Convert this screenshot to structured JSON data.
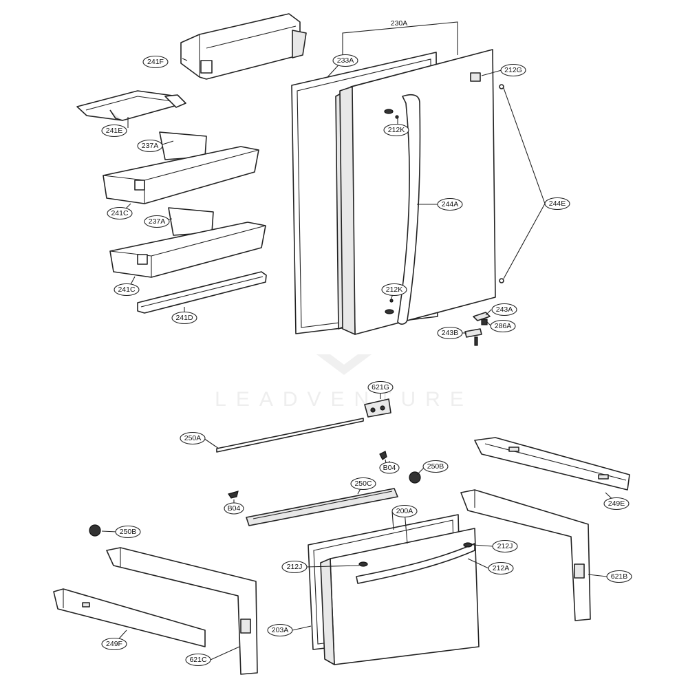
{
  "watermark": "LEADVENTURE",
  "callouts": {
    "c241F": "241F",
    "c241E": "241E",
    "c237A_top": "237A",
    "c241C_top": "241C",
    "c237A_bottom": "237A",
    "c241C_bottom": "241C",
    "c241D": "241D",
    "c233A": "233A",
    "c212G": "212G",
    "c212K_top": "212K",
    "c244A": "244A",
    "c244E": "244E",
    "c212K_bottom": "212K",
    "c243A": "243A",
    "c243B": "243B",
    "c286A": "286A",
    "c621G": "621G",
    "c250A": "250A",
    "cB04_top": "B04",
    "c250B_right": "250B",
    "c250C": "250C",
    "c249E": "249E",
    "cB04_left": "B04",
    "c200A": "200A",
    "c250B_left": "250B",
    "c212J_right": "212J",
    "c212J_left": "212J",
    "c212A": "212A",
    "c621B": "621B",
    "c203A": "203A",
    "c249F": "249F",
    "c621C": "621C"
  },
  "labels": {
    "l230A": "230A"
  }
}
